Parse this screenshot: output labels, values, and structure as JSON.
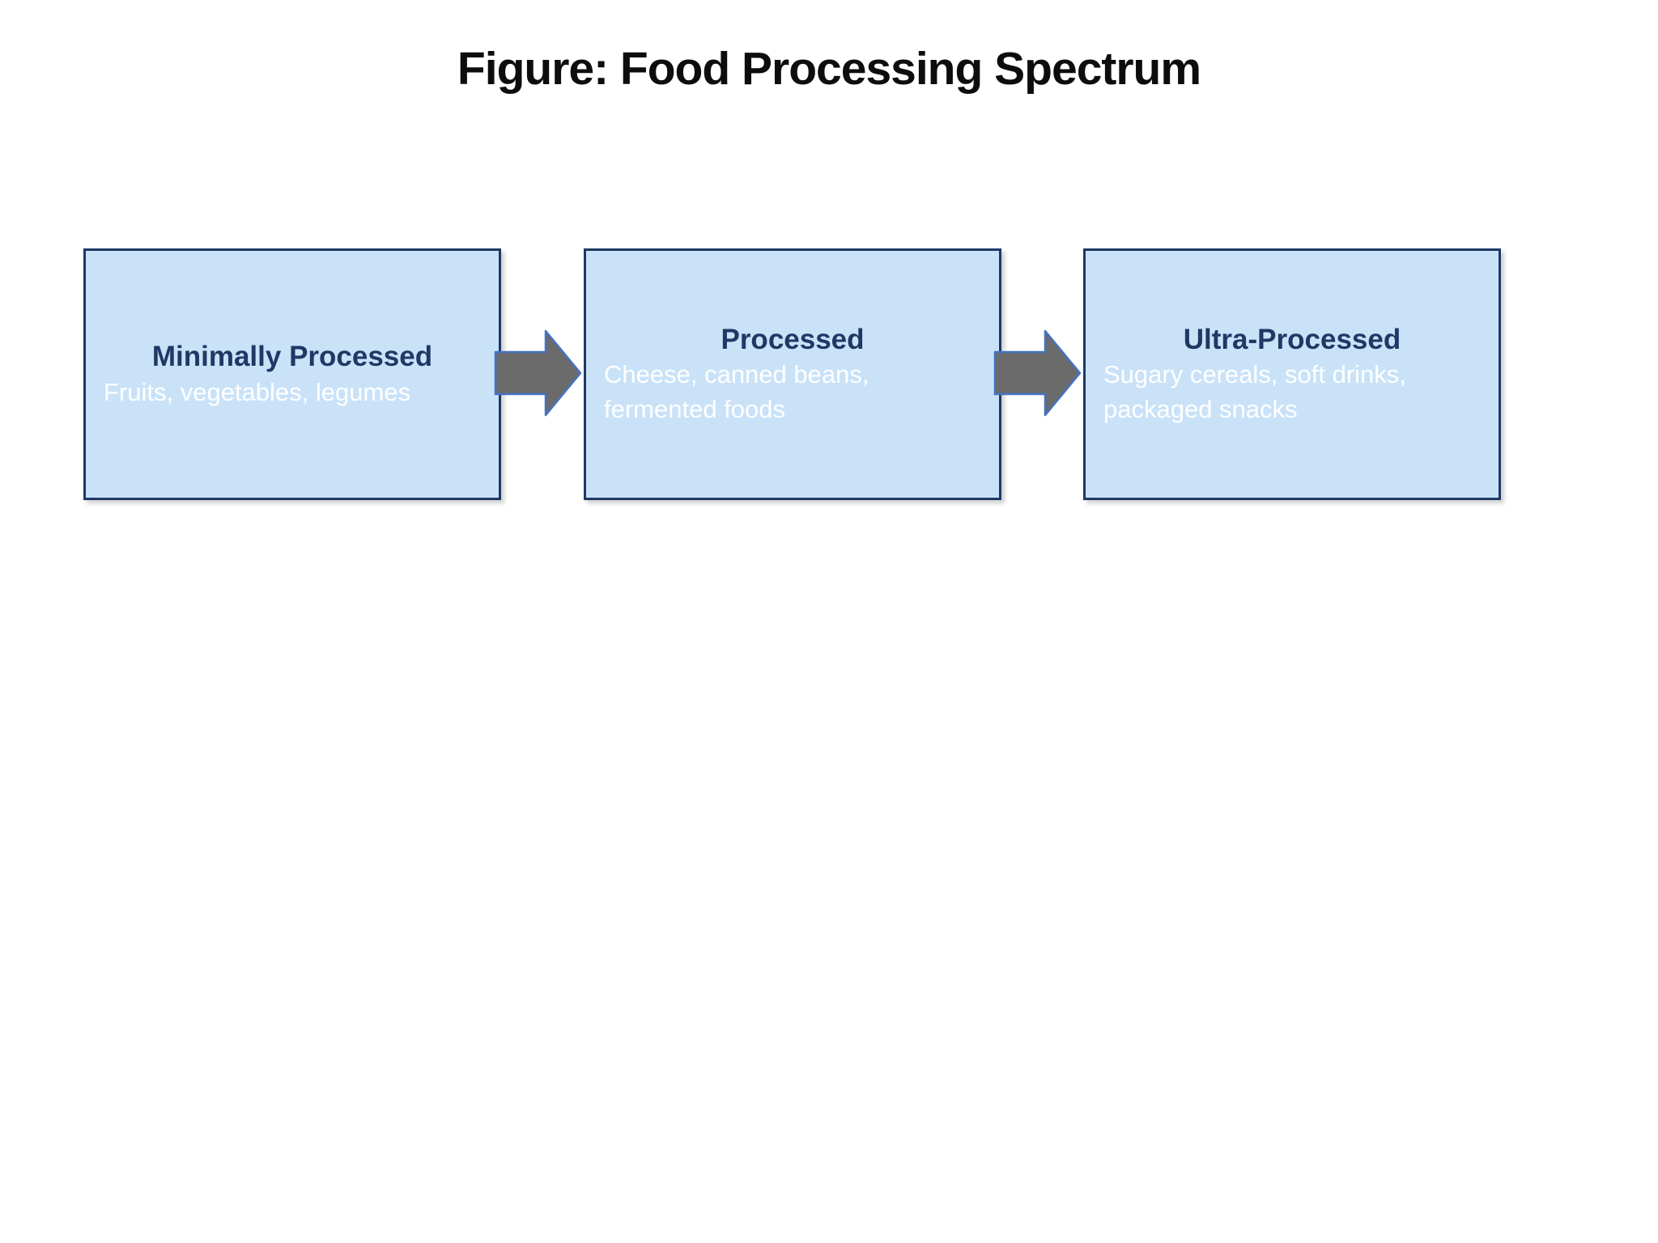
{
  "title": "Figure: Food Processing Spectrum",
  "diagram": {
    "type": "flow",
    "direction": "left-to-right",
    "stages": [
      {
        "label": "Minimally Processed",
        "examples": "Fruits, vegetables, legumes"
      },
      {
        "label": "Processed",
        "examples": "Cheese, canned beans, fermented foods"
      },
      {
        "label": "Ultra-Processed",
        "examples": "Sugary cereals, soft drinks, packaged snacks"
      }
    ],
    "connectors": [
      {
        "from": "Minimally Processed",
        "to": "Processed",
        "shape": "block-arrow-right"
      },
      {
        "from": "Processed",
        "to": "Ultra-Processed",
        "shape": "block-arrow-right"
      }
    ],
    "colors": {
      "box_fill": "#c9e2f8",
      "box_border": "#1f3864",
      "stage_label": "#1f3864",
      "examples_text": "#ffffff",
      "arrow_fill": "#6b6b6b",
      "arrow_border": "#4472c4",
      "title_color": "#0d0d0d",
      "background": "#ffffff"
    }
  }
}
